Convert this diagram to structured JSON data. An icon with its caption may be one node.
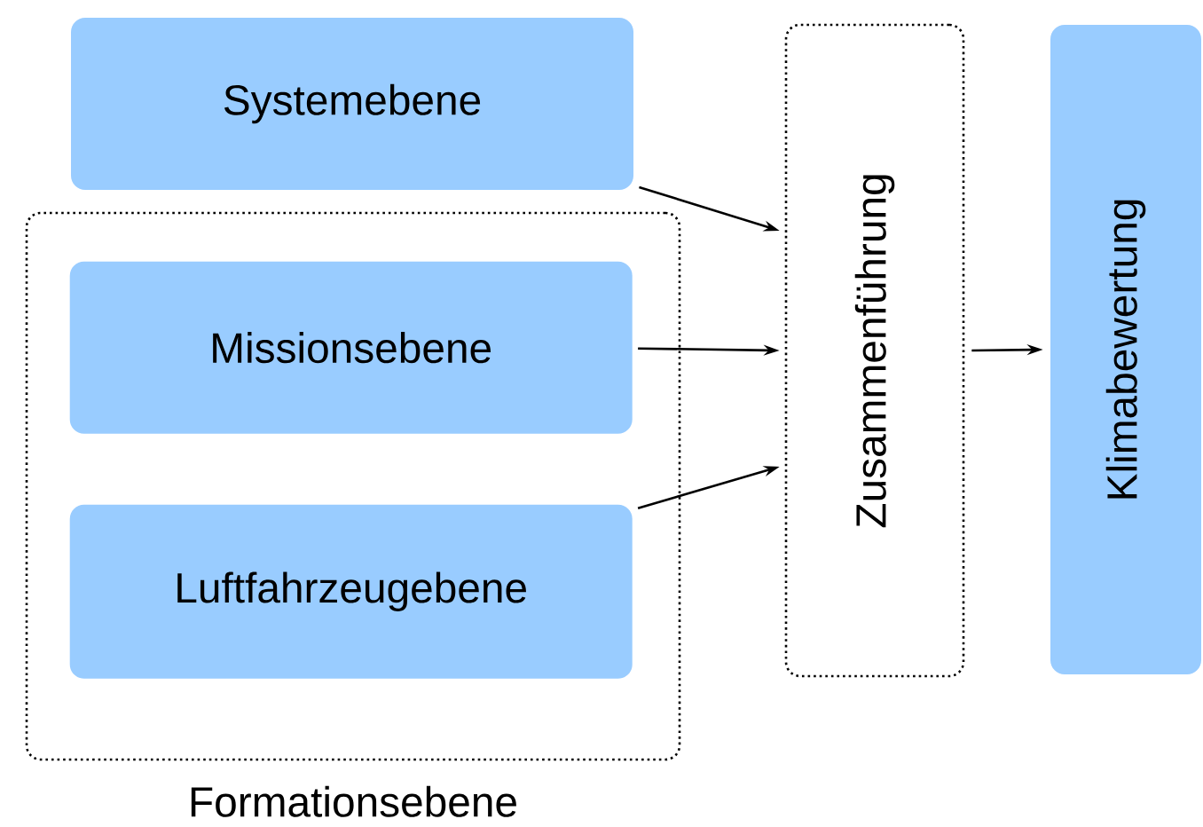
{
  "diagram": {
    "nodes": [
      {
        "text": [
          "Systemebene"
        ]
      },
      {
        "text": [
          "Formationsebene"
        ]
      },
      {
        "text": [
          "Missionsebene"
        ],
        "in": 1
      },
      {
        "text": [
          "Luftfahrzeugebene"
        ],
        "in": 1
      },
      {
        "text": [
          "Zusammenführung"
        ]
      },
      {
        "text": [
          "Klimabewertung"
        ]
      }
    ],
    "edges": [
      {
        "from": 0,
        "to": 4,
        "arrow": "to"
      },
      {
        "from": 2,
        "to": 4,
        "arrow": "to"
      },
      {
        "from": 3,
        "to": 4,
        "arrow": "to"
      },
      {
        "from": 4,
        "to": 5,
        "arrow": "to"
      }
    ]
  }
}
